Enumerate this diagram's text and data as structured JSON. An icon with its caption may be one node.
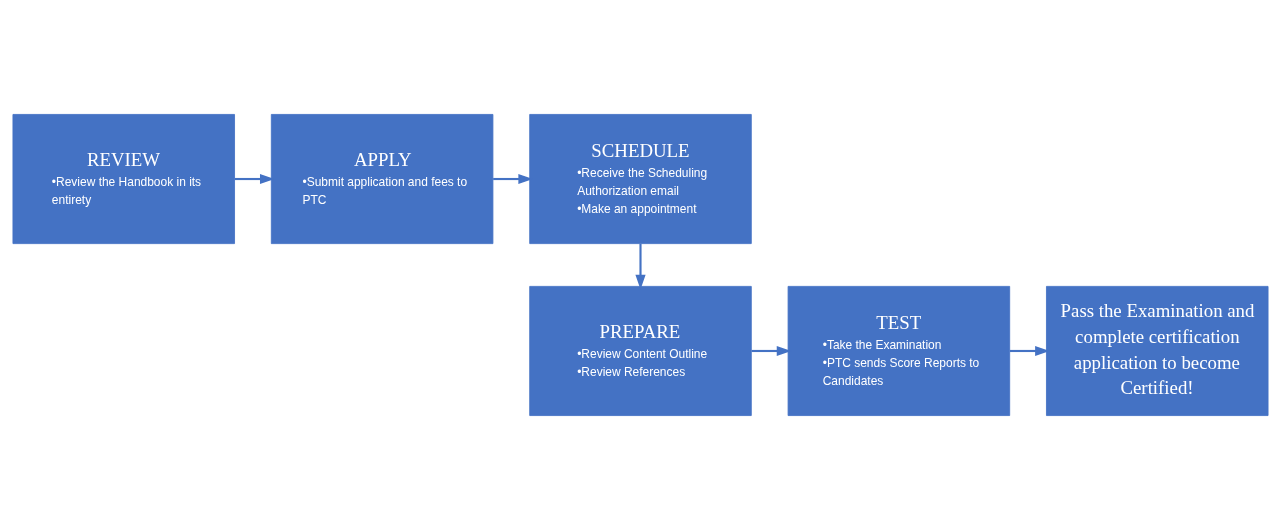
{
  "diagram": {
    "nodes": [
      {
        "text": [
          "REVIEW",
          "•Review the Handbook in its entirety"
        ]
      },
      {
        "text": [
          "APPLY",
          "•Submit application and fees to PTC"
        ]
      },
      {
        "text": [
          "SCHEDULE",
          "•Receive the Scheduling Authorization email",
          "•Make an appointment"
        ]
      },
      {
        "text": [
          "PREPARE",
          "•Review Content Outline",
          "•Review References"
        ]
      },
      {
        "text": [
          "TEST",
          "•Take the Examination",
          "•PTC sends Score Reports to Candidates"
        ]
      },
      {
        "text": [
          "Pass the Examination and complete certification application to become Certified!"
        ]
      }
    ],
    "edges": [
      {
        "from": 0,
        "to": 1,
        "arrow": "to"
      },
      {
        "from": 1,
        "to": 2,
        "arrow": "to"
      },
      {
        "from": 2,
        "to": 3,
        "arrow": "to"
      },
      {
        "from": 3,
        "to": 4,
        "arrow": "to"
      },
      {
        "from": 4,
        "to": 5,
        "arrow": "to"
      }
    ]
  }
}
